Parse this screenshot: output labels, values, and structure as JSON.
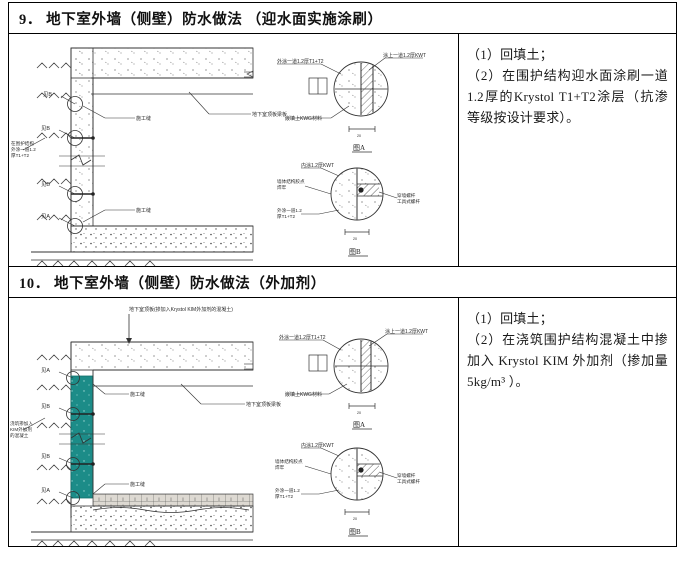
{
  "document": {
    "type": "construction-detail-table",
    "background": "#ffffff",
    "line_color": "#000000",
    "concrete_fill": "#ffffff",
    "waterproof_fill": "#1c8c88"
  },
  "sections": [
    {
      "number": "9.",
      "title": "9． 地下室外墙（侧壁）防水做法 （迎水面实施涂刷）",
      "notes": [
        "（1）回填土；",
        "（2）在围护结构迎水面涂刷一道1.2厚的Krystol T1+T2涂层（抗渗等级按设计要求）。"
      ],
      "drawing": {
        "callouts": {
          "detail_a_ref": "见A",
          "detail_b_ref": "见B",
          "wall_note": "在围护结构外涂一道1.2厚T1+T2",
          "joint_left": "施工缝",
          "joint_right": "施工缝",
          "slab_note": "地下室顶板梁板"
        },
        "detail_a": {
          "label": "图A",
          "left_label": "外涂一道1.2厚T1+T2",
          "right_label": "涂上一道1.2厚KWT",
          "bottom_label": "嵌填上KWG材料",
          "scale_bar": "20"
        },
        "detail_b": {
          "label": "图B",
          "top_label": "内涂1.2厚KWT",
          "mid_label": "墙体结构胶点焊牢",
          "bottom_label": "外涂一道1.2厚T1+T2",
          "right_label": "穿墙螺杆工具式螺杆",
          "scale_bar": "20"
        }
      }
    },
    {
      "number": "10.",
      "title": "10． 地下室外墙（侧壁）防水做法（外加剂）",
      "notes": [
        "（1）回填土；",
        "（2）在浇筑围护结构混凝土中掺加入 Krystol KIM 外加剂（掺加量5kg/m³ ）。"
      ],
      "drawing": {
        "callouts": {
          "top_note": "地下室顶板(掺加入Krystol KIM外加剂的混凝土)",
          "slab_note": "地下室顶板梁板",
          "detail_a_ref": "见A",
          "detail_b_ref": "见B",
          "wall_note": "浇筑掺加入KIM外加剂的混凝土",
          "joint_upper": "施工缝",
          "joint_lower": "施工缝"
        },
        "detail_a": {
          "label": "图A",
          "left_label": "外涂一道1.2厚T1+T2",
          "right_label": "涂上一道1.2厚KWT",
          "bottom_label": "嵌填上KWG材料",
          "scale_bar": "20"
        },
        "detail_b": {
          "label": "图B",
          "top_label": "内涂1.2厚KWT",
          "mid_label": "墙体结构胶点焊牢",
          "bottom_label": "外涂一道1.2厚T1+T2",
          "right_label": "穿墙螺杆工具式螺杆",
          "scale_bar": "20"
        }
      }
    }
  ]
}
